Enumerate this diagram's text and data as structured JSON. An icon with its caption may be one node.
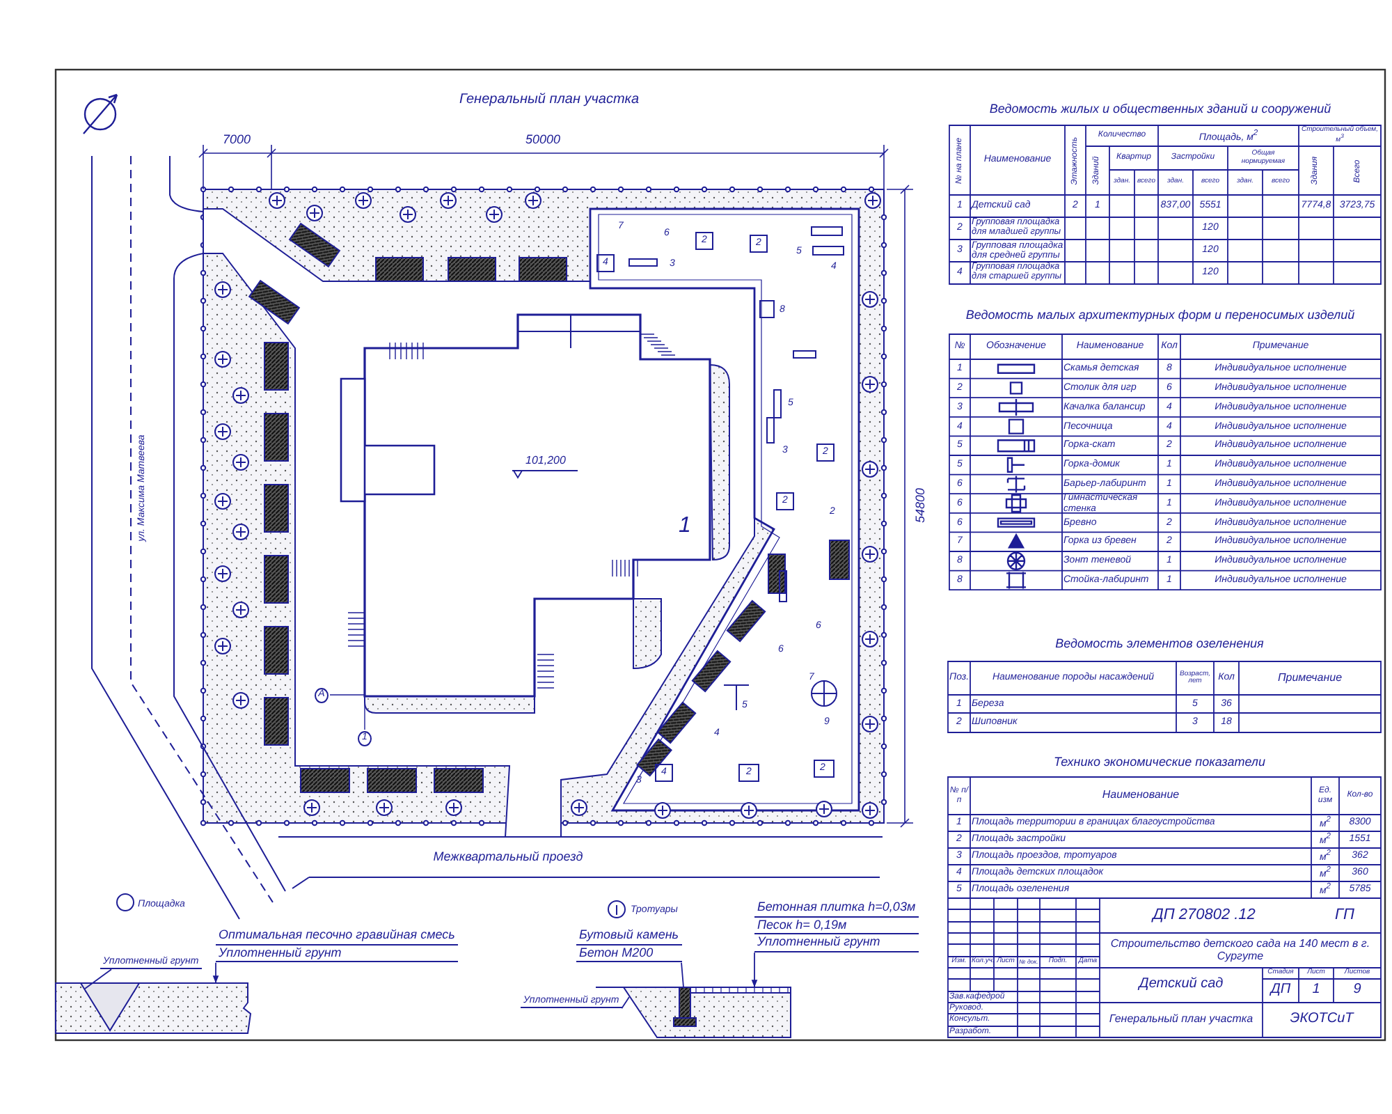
{
  "diagram": {
    "title": "Генеральный план участка",
    "nodes": [
      {
        "text": [
          "Уплотненный грунт"
        ]
      },
      {
        "text": [
          "Оптимальная песочно гравийная смесь",
          "Уплотненный грунт"
        ]
      },
      {
        "text": [
          "Бутовый камень",
          "Бетон М200"
        ]
      },
      {
        "text": [
          "Бетонная плитка h=0,03м",
          "Песок h= 0,19м",
          "Уплотненный грунт"
        ]
      },
      {
        "text": [
          "Уплотненный грунт"
        ]
      },
      {
        "text": [],
        "shape": "box"
      },
      {
        "text": [],
        "shape": "triangle",
        "in": 5
      },
      {
        "text": [],
        "shape": "box"
      },
      {
        "text": [],
        "shape": "box",
        "in": 7
      },
      {
        "text": [],
        "shape": "bar",
        "in": 7
      }
    ],
    "edges": [
      {
        "from": 0,
        "to": 6,
        "arrow": "none"
      },
      {
        "from": 1,
        "to": 5,
        "arrow": "to"
      },
      {
        "from": 2,
        "to": 8,
        "arrow": "none"
      },
      {
        "from": 3,
        "to": 9,
        "arrow": "to"
      },
      {
        "from": 4,
        "to": 7,
        "arrow": "none"
      }
    ],
    "labels": [
      "7000",
      "50000",
      "54800",
      "ул. Максима Матвеева",
      "101,200",
      "1",
      "А",
      "1",
      "7",
      "6",
      "3",
      "2",
      "2",
      "5",
      "4",
      "4",
      "8",
      "5",
      "3",
      "2",
      "2",
      "2",
      "6",
      "6",
      "7",
      "5",
      "9",
      "4",
      "3",
      "4",
      "2",
      "2",
      "Межквартальный проезд",
      "Площадка",
      "Тротуары",
      "Ведомость жилых и общественных зданий и сооружений",
      "№ на плане",
      "Наименование",
      "Этажность",
      "Количество",
      "Зданий",
      "Квартир",
      "здан.",
      "всего",
      "Площадь, м$^{2}$",
      "Застройки",
      "Общая нормируемая",
      "здан.",
      "всего",
      "здан.",
      "всего",
      "Строительный объем, м$^{3}$",
      "Здания",
      "Всего",
      "1",
      "Детский сад",
      "2",
      "1",
      "837,00",
      "5551",
      "7774,8",
      "3723,75",
      "2",
      "Групповая площадка для младшей группы",
      "120",
      "3",
      "Групповая площадка для средней группы",
      "120",
      "4",
      "Групповая площадка для старшей группы",
      "120",
      "Ведомость малых архитектурных форм и переносимых изделий",
      "№",
      "Обозначение",
      "Наименование",
      "Кол",
      "Примечание",
      "1",
      "Скамья детская",
      "8",
      "Индивидуальное исполнение",
      "2",
      "Столик для игр",
      "6",
      "Индивидуальное исполнение",
      "3",
      "Качалка балансир",
      "4",
      "Индивидуальное исполнение",
      "4",
      "Песочница",
      "4",
      "Индивидуальное исполнение",
      "5",
      "Горка-скат",
      "2",
      "Индивидуальное исполнение",
      "5",
      "Горка-домик",
      "1",
      "Индивидуальное исполнение",
      "6",
      "Барьер-лабиринт",
      "1",
      "Индивидуальное исполнение",
      "6",
      "Гимнастическая стенка",
      "1",
      "Индивидуальное исполнение",
      "6",
      "Бревно",
      "2",
      "Индивидуальное исполнение",
      "7",
      "Горка из бревен",
      "2",
      "Индивидуальное исполнение",
      "8",
      "Зонт теневой",
      "1",
      "Индивидуальное исполнение",
      "8",
      "Стойка-лабиринт",
      "1",
      "Индивидуальное исполнение",
      "Ведомость элементов озеленения",
      "Поз.",
      "Наименование породы насаждений",
      "Возраст, лет",
      "Кол",
      "Примечание",
      "1",
      "Береза",
      "5",
      "36",
      "2",
      "Шиповник",
      "3",
      "18",
      "Технико экономические показатели",
      "№ п/п",
      "Наименование",
      "Ед. изм",
      "Кол-во",
      "1",
      "Площадь территории в границах благоустройства",
      "м$^{2}$",
      "8300",
      "2",
      "Площадь застройки",
      "м$^{2}$",
      "1551",
      "3",
      "Площадь проездов, тротуаров",
      "м$^{2}$",
      "362",
      "4",
      "Площадь детских площадок",
      "м$^{2}$",
      "360",
      "5",
      "Площадь озеленения",
      "м$^{2}$",
      "5785",
      "Изм.",
      "Кол.уч.",
      "Лист",
      "№ док.",
      "Подп.",
      "Дата",
      "Зав.кафедрой",
      "Руковод.",
      "Консульт.",
      "Разработ.",
      "ДП 270802 .12",
      "ГП",
      "Строительство детского сада на 140 мест в г. Сургуте",
      "Детский сад",
      "Стадия",
      "Лист",
      "Листов",
      "ДП",
      "1",
      "9",
      "Генеральный план участка",
      "ЭКОТСиТ"
    ]
  }
}
